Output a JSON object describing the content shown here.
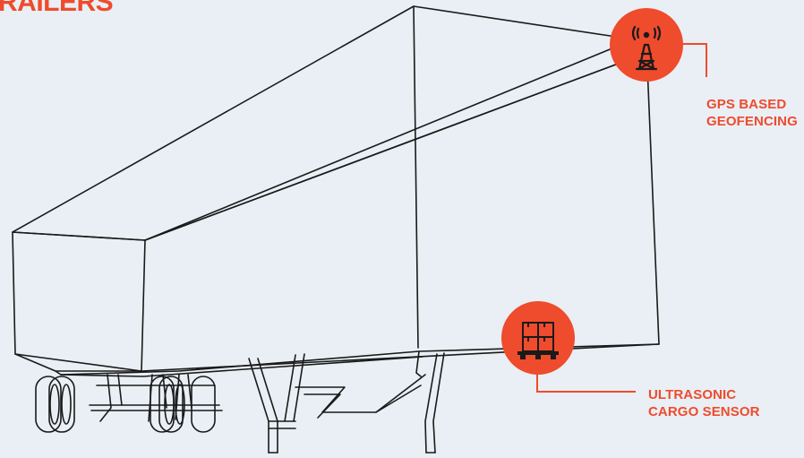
{
  "title": "RAILERS",
  "callouts": [
    {
      "name": "gps-geofencing",
      "icon": "cell-tower-icon",
      "lines": [
        "GPS BASED",
        "GEOFENCING"
      ]
    },
    {
      "name": "ultrasonic-cargo-sensor",
      "icon": "cargo-boxes-icon",
      "lines": [
        "ULTRASONIC",
        "CARGO SENSOR"
      ]
    }
  ],
  "colors": {
    "accent": "#ef4b2d",
    "background": "#e9eff4",
    "line": "#1a1a1a"
  }
}
